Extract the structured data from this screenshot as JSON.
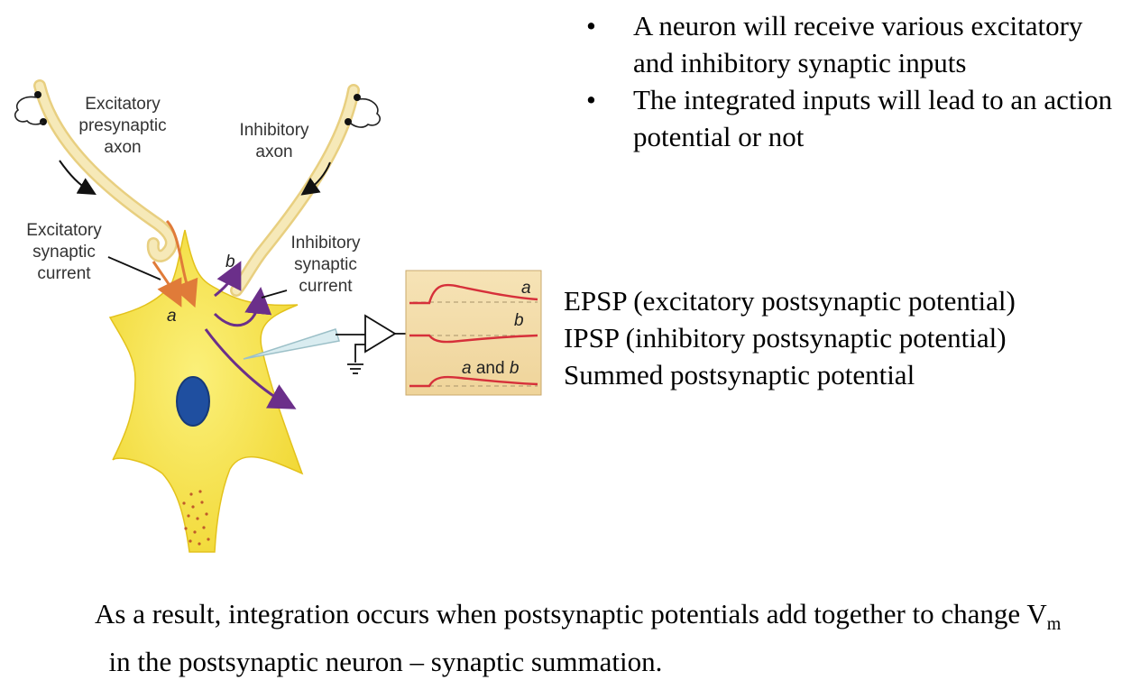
{
  "bullets": [
    {
      "marker": "•",
      "text": "A neuron will receive various excitatory and inhibitory synaptic inputs"
    },
    {
      "marker": "•",
      "text": "The integrated inputs will lead to an action potential or not"
    }
  ],
  "diagram_labels": {
    "excitatory_axon": [
      "Excitatory",
      "presynaptic",
      "axon"
    ],
    "inhibitory_axon": [
      "Inhibitory",
      "axon"
    ],
    "excitatory_current": [
      "Excitatory",
      "synaptic",
      "current"
    ],
    "inhibitory_current": [
      "Inhibitory",
      "synaptic",
      "current"
    ],
    "site_a": "a",
    "site_b": "b"
  },
  "traces": {
    "a": "a",
    "b": "b",
    "ab_a": "a",
    "ab_and": " and ",
    "ab_b": "b"
  },
  "psp_legend": [
    "EPSP (excitatory postsynaptic potential)",
    "IPSP (inhibitory postsynaptic potential)",
    "Summed postsynaptic potential"
  ],
  "conclusion": {
    "part1": "As a result, integration occurs when postsynaptic potentials add together to change V",
    "sub": "m",
    "part2": "  in the postsynaptic neuron – synaptic summation."
  },
  "colors": {
    "neuron": "#f7e84a",
    "nucleus": "#1f4fa0",
    "axon": "#f3e3a6",
    "excitatory_arrow": "#e07b39",
    "inhibitory_arrow": "#6b2f8a",
    "trace": "#d6303a",
    "trace_bg": "#f4dfb0"
  }
}
